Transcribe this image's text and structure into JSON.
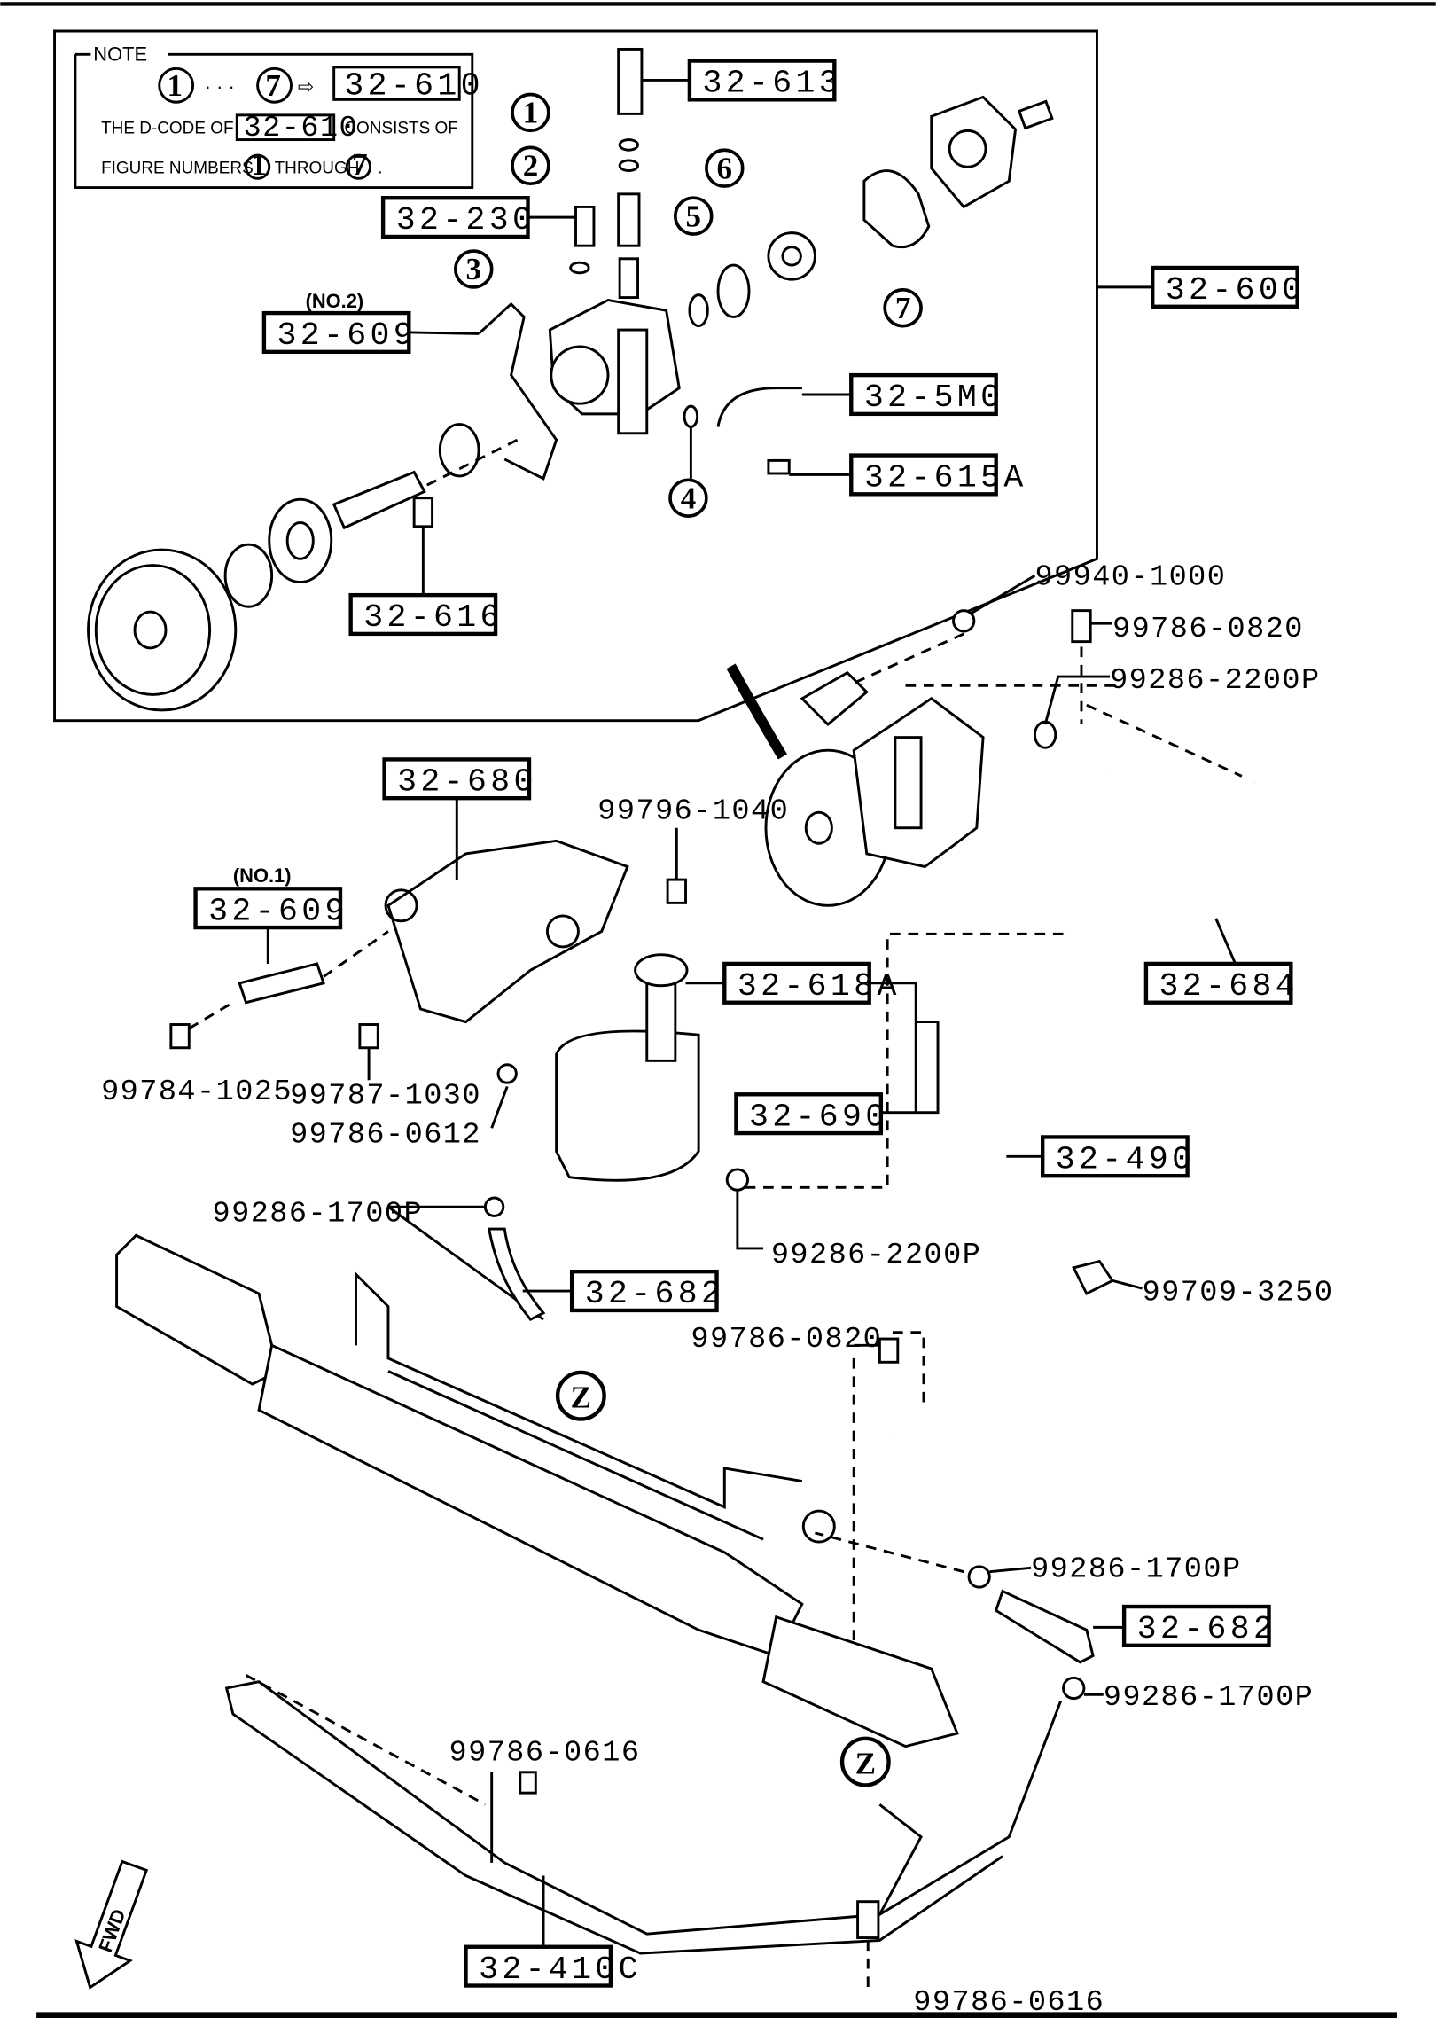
{
  "note": {
    "title": "NOTE",
    "range_start": "1",
    "range_dots": "· · ·",
    "range_end": "7",
    "arrow": "⇨",
    "code": "32-610",
    "line1_prefix": "THE D-CODE OF",
    "line1_code": "32-610",
    "line1_suffix": "CONSISTS OF",
    "line2_prefix": "FIGURE NUMBERS",
    "line2_from": "1",
    "line2_mid": "THROUGH",
    "line2_to": "7",
    "line2_end": "."
  },
  "boxed_part_numbers": [
    "32-613",
    "32-230",
    "32-609",
    "32-600",
    "32-5M0",
    "32-615A",
    "32-616",
    "32-680",
    "32-609",
    "32-618A",
    "32-684",
    "32-690",
    "32-490",
    "32-682",
    "32-682",
    "32-410C"
  ],
  "plain_part_numbers": [
    "99940-1000",
    "99786-0820",
    "99286-2200P",
    "99796-1040",
    "99784-1025",
    "99787-1030",
    "99786-0612",
    "99286-1700P",
    "99286-2200P",
    "99709-3250",
    "99786-0820",
    "99286-1700P",
    "99286-1700P",
    "99786-0616",
    "99786-0616"
  ],
  "sub_labels": {
    "no2": "(NO.2)",
    "no1": "(NO.1)"
  },
  "figure_numbers": [
    "1",
    "2",
    "3",
    "4",
    "5",
    "6",
    "7"
  ],
  "zone_markers": [
    "Z",
    "Z"
  ],
  "direction_arrow": "FWD"
}
